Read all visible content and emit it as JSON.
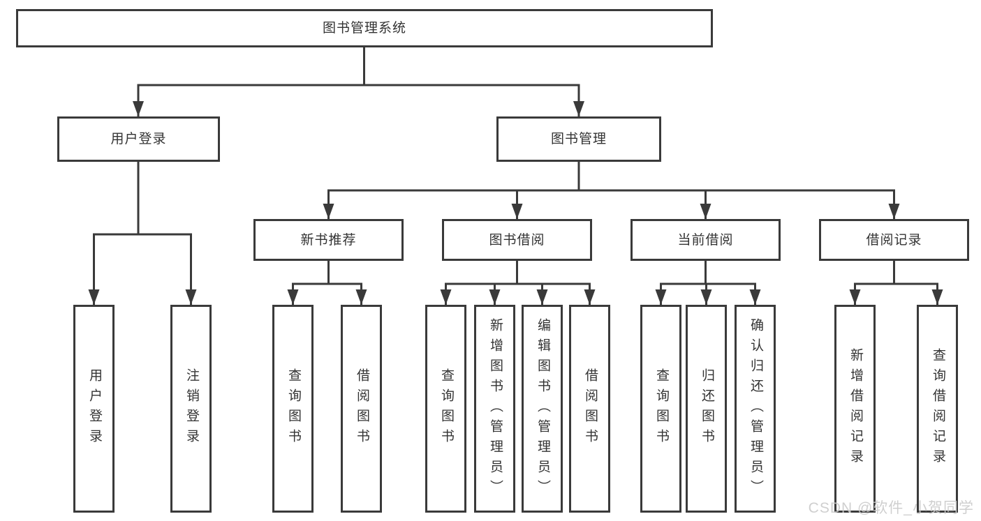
{
  "diagram": {
    "title_note": "function decomposition tree of a library management system",
    "nodes": {
      "root": "图书管理系统",
      "level2": [
        "用户登录",
        "图书管理"
      ],
      "level3": [
        "新书推荐",
        "图书借阅",
        "当前借阅",
        "借阅记录"
      ],
      "leaves_login": [
        "用户登录",
        "注销登录"
      ],
      "leaves_recommend": [
        "查询图书",
        "借阅图书"
      ],
      "leaves_borrow": [
        "查询图书",
        "新增图书（管理员）",
        "编辑图书（管理员）",
        "借阅图书"
      ],
      "leaves_current": [
        "查询图书",
        "归还图书",
        "确认归还（管理员）"
      ],
      "leaves_records": [
        "新增借阅记录",
        "查询借阅记录"
      ]
    }
  },
  "watermark": "CSDN @软件_小贺同学",
  "colors": {
    "line": "#3a3a3a",
    "box_border": "#3a3a3a",
    "box_fill": "#ffffff",
    "text": "#333333",
    "watermark": "#cccccc"
  }
}
